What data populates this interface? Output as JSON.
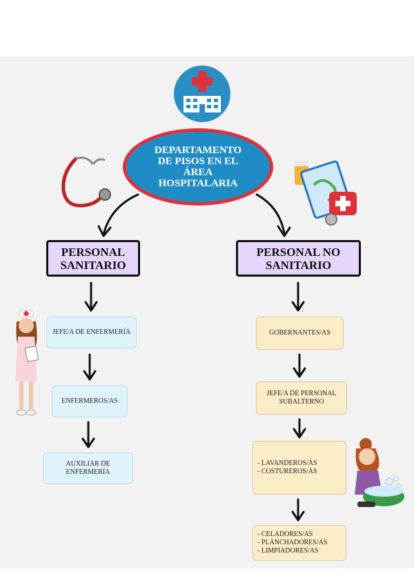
{
  "root": {
    "label": "DEPARTAMENTO DE PISOS EN EL ÁREA HOSPITALARIA"
  },
  "sanitario": {
    "label": "PERSONAL SANITARIO",
    "items": [
      "JEFE/A DE ENFERMERÍA",
      "ENFERMEROS/AS",
      "AUXILIAR DE ENFERMERÍA"
    ]
  },
  "no_sanitario": {
    "label": "PERSONAL NO SANITARIO",
    "items": [
      "GOBERNANTES/AS",
      "JEFE/A DE PERSONAL SUBALTERNO"
    ],
    "group1": [
      "- LAVANDEROS/AS",
      "- COSTUREROS/AS"
    ],
    "group2": [
      "- CELADORES/AS",
      "- PLANCHADORES/AS",
      "- LIMPIADORES/AS"
    ]
  },
  "colors": {
    "root_fill": "#1f8cc6",
    "root_border": "#e0313b",
    "header_fill": "#e6d6fb",
    "left_box": "#dff3fb",
    "right_box": "#fcedc9"
  },
  "icons": [
    "hospital-logo-icon",
    "stethoscope-icon",
    "medical-clipboard-icon",
    "nurse-illustration",
    "laundry-woman-illustration"
  ]
}
